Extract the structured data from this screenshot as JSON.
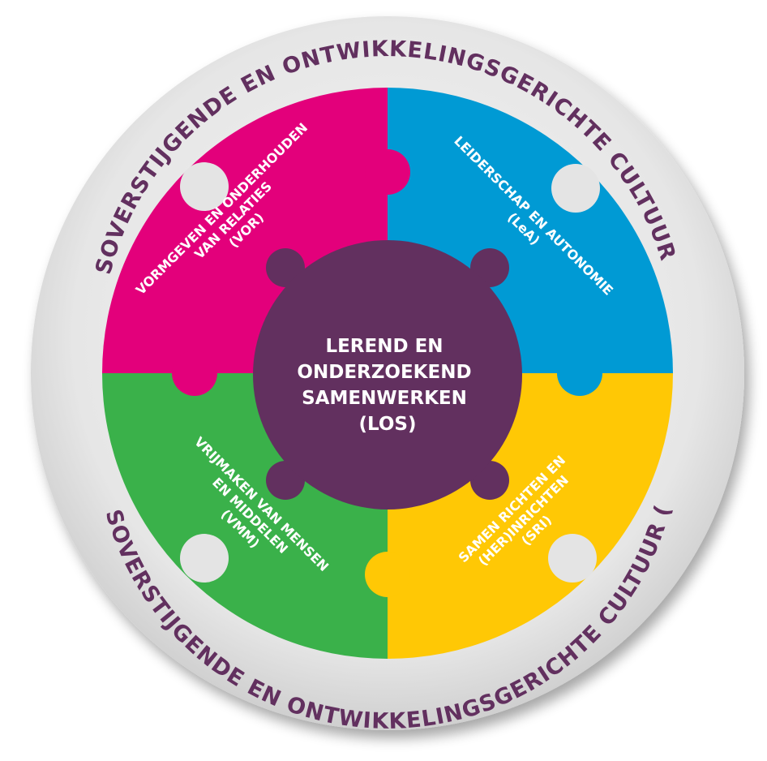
{
  "colors": {
    "ring": "#dcdcdc",
    "ring_text": "#62305f",
    "pink": "#e3007b",
    "blue": "#009ad4",
    "green": "#3ab14a",
    "yellow": "#ffc805",
    "center": "#62305f",
    "label": "#ffffff"
  },
  "ring": {
    "top_text": "GRENSOVERSTIJGENDE EN ONTWIKKELINGSGERICHTE CULTUUR (GOC)",
    "bottom_text": "GRENSOVERSTIJGENDE EN ONTWIKKELINGSGERICHTE CULTUUR (GOC)"
  },
  "center": {
    "lines": [
      "LEREND EN",
      "ONDERZOEKEND",
      "SAMENWERKEN",
      "(LOS)"
    ]
  },
  "quadrants": {
    "pink": {
      "lines": [
        "VORMGEVEN EN ONDERHOUDEN",
        "VAN RELATIES",
        "(VOR)"
      ]
    },
    "blue": {
      "lines": [
        "LEIDERSCHAP EN AUTONOMIE",
        "(LeA)"
      ]
    },
    "green": {
      "lines": [
        "VRIJMAKEN VAN MENSEN",
        "EN MIDDELEN",
        "(VMM)"
      ]
    },
    "yellow": {
      "lines": [
        "SAMEN RICHTEN EN",
        "(HER)INRICHTEN",
        "(SRI)"
      ]
    }
  }
}
